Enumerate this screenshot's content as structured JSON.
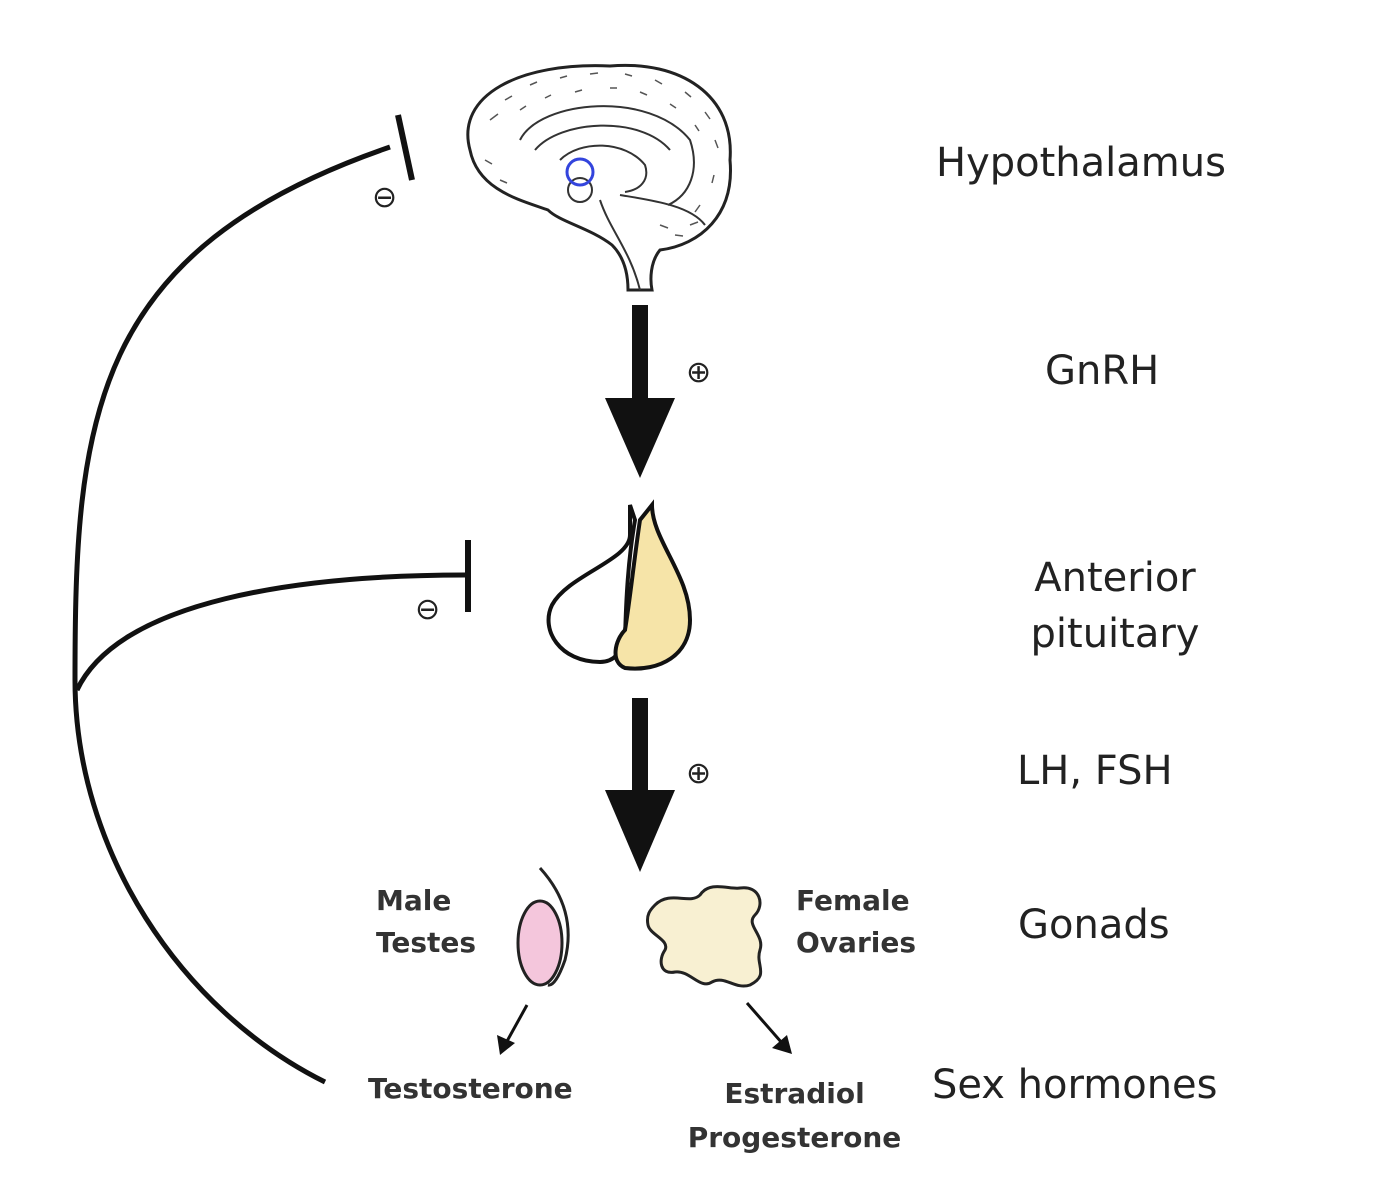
{
  "levels": {
    "hypothalamus": "Hypothalamus",
    "gnrh": "GnRH",
    "pituitary_line1": "Anterior",
    "pituitary_line2": "pituitary",
    "lh_fsh": "LH, FSH",
    "gonads": "Gonads",
    "sex_hormones": "Sex hormones"
  },
  "gonads": {
    "male_line1": "Male",
    "male_line2": "Testes",
    "female_line1": "Female",
    "female_line2": "Ovaries"
  },
  "hormones": {
    "testosterone": "Testosterone",
    "estradiol": "Estradiol",
    "progesterone": "Progesterone"
  },
  "signs": {
    "inhibit_hypothalamus": "⊖",
    "stimulate_gnrh": "⊕",
    "inhibit_pituitary": "⊖",
    "stimulate_lh_fsh": "⊕"
  },
  "colors": {
    "line": "#111111",
    "pituitary_fill": "#f6e4a8",
    "testis_fill": "#f4c6dc",
    "ovary_fill": "#f8f0d2",
    "hypothalamus_marker": "#3344dd"
  }
}
